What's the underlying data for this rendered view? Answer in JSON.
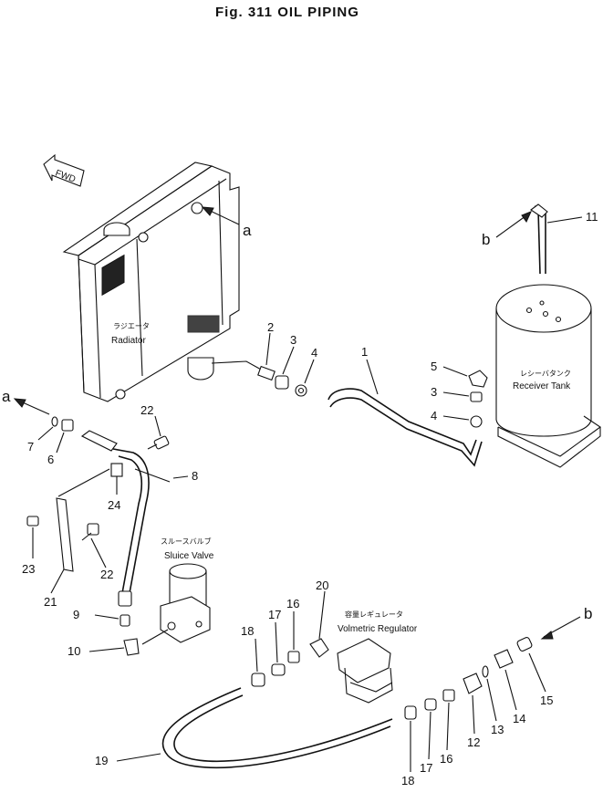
{
  "title": "Fig. 311   OIL PIPING",
  "components": {
    "radiator_jp": "ラジエータ",
    "radiator": "Radiator",
    "receiver_jp": "レシーバタンク",
    "receiver": "Receiver Tank",
    "sluice_jp": "スルースバルブ",
    "sluice": "Sluice Valve",
    "regulator_jp": "容量レギュレータ",
    "regulator": "Volmetric Regulator",
    "fwd": "FWD"
  },
  "refs": {
    "a": "a",
    "b": "b"
  },
  "callouts": [
    "1",
    "2",
    "3",
    "4",
    "5",
    "3",
    "4",
    "6",
    "7",
    "8",
    "9",
    "10",
    "11",
    "12",
    "13",
    "14",
    "15",
    "16",
    "17",
    "18",
    "16",
    "17",
    "18",
    "19",
    "20",
    "21",
    "22",
    "22",
    "23",
    "24"
  ]
}
